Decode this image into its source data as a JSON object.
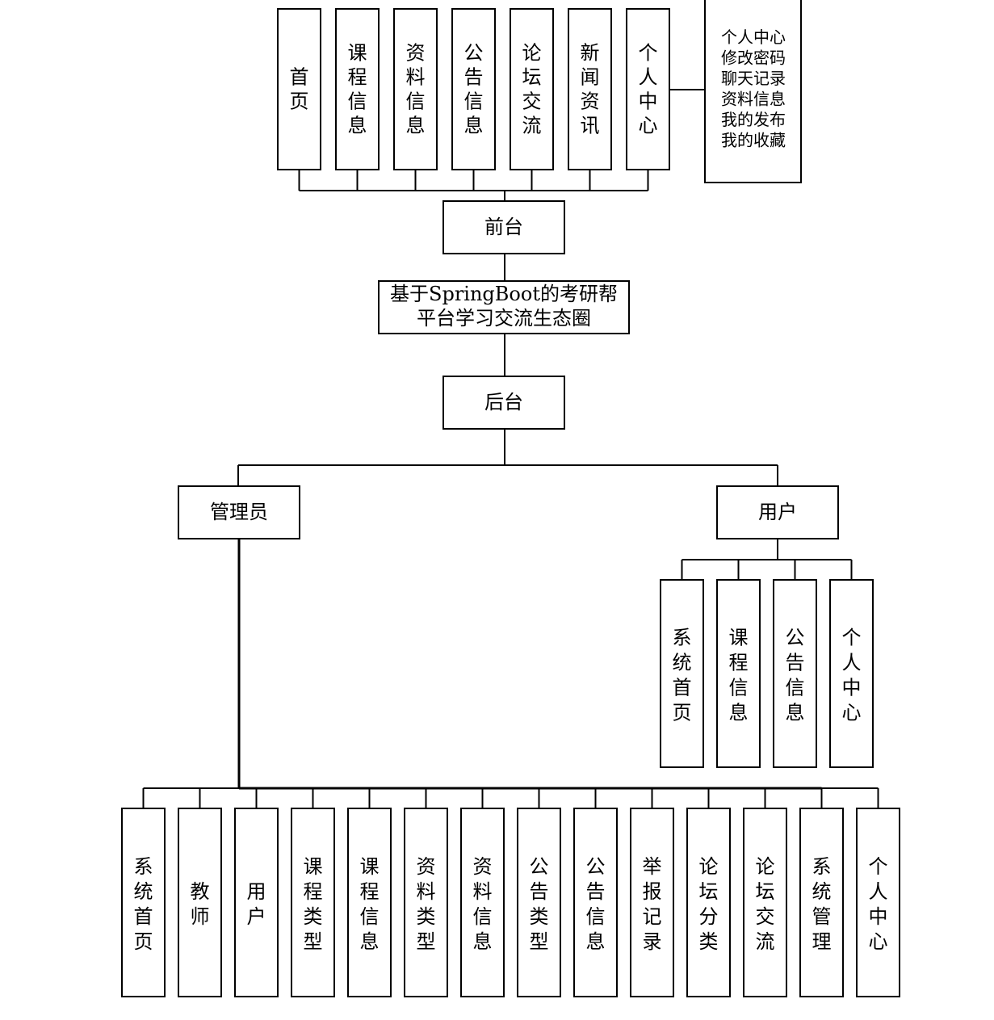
{
  "title": "基于SpringBoot的考研帮平台学习交流生态圈",
  "root": {
    "lines": [
      "基于SpringBoot的考研帮",
      "平台学习交流生态圈"
    ]
  },
  "frontend": {
    "label": "前台",
    "modules": [
      "首页",
      "课程信息",
      "资料信息",
      "公告信息",
      "论坛交流",
      "新闻资讯",
      "个人中心"
    ],
    "personal_center_details": [
      "个人中心",
      "修改密码",
      "聊天记录",
      "资料信息",
      "我的发布",
      "我的收藏"
    ]
  },
  "backend": {
    "label": "后台",
    "roles": [
      {
        "label": "管理员",
        "modules": [
          "系统首页",
          "教师",
          "用户",
          "课程类型",
          "课程信息",
          "资料类型",
          "资料信息",
          "公告类型",
          "公告信息",
          "举报记录",
          "论坛分类",
          "论坛交流",
          "系统管理",
          "个人中心"
        ]
      },
      {
        "label": "用户",
        "modules": [
          "系统首页",
          "课程信息",
          "公告信息",
          "个人中心"
        ]
      }
    ]
  },
  "colors": {
    "stroke": "#000000",
    "background": "#ffffff"
  }
}
